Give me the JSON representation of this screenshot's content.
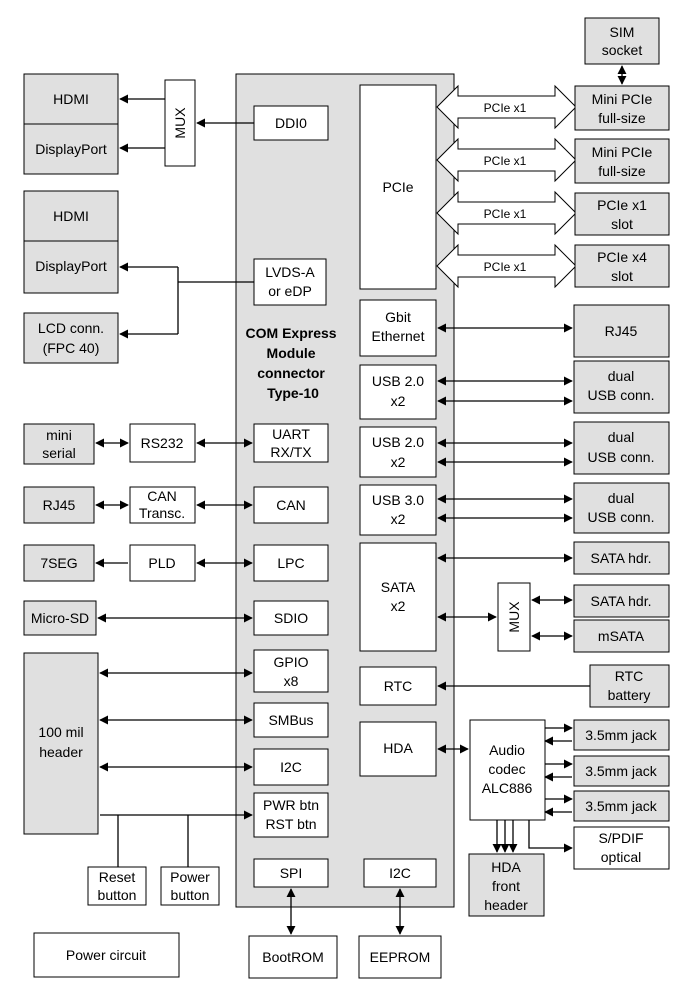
{
  "module": [
    "COM Express",
    "Module",
    "connector",
    "Type-10"
  ],
  "labels": {
    "sim": [
      "SIM",
      "socket"
    ],
    "hdmi1": "HDMI",
    "dp1": "DisplayPort",
    "hdmi2": "HDMI",
    "dp2": "DisplayPort",
    "lcd": [
      "LCD conn.",
      "(FPC 40)"
    ],
    "mux1": "MUX",
    "ddi0": "DDI0",
    "lvds": [
      "LVDS-A",
      "or eDP"
    ],
    "pcie": "PCIe",
    "pciex1": "PCIe x1",
    "minipcie1": [
      "Mini PCIe",
      "full-size"
    ],
    "minipcie2": [
      "Mini PCIe",
      "full-size"
    ],
    "pciex1slot": [
      "PCIe x1",
      "slot"
    ],
    "pciex4slot": [
      "PCIe x4",
      "slot"
    ],
    "gbit": [
      "Gbit",
      "Ethernet"
    ],
    "rj45_right": "RJ45",
    "usb20a": [
      "USB 2.0",
      "x2"
    ],
    "usb20b": [
      "USB 2.0",
      "x2"
    ],
    "usb30": [
      "USB 3.0",
      "x2"
    ],
    "dualusb1": [
      "dual",
      "USB conn."
    ],
    "dualusb2": [
      "dual",
      "USB conn."
    ],
    "dualusb3": [
      "dual",
      "USB conn."
    ],
    "miniserial": [
      "mini",
      "serial"
    ],
    "rs232": "RS232",
    "uart": [
      "UART",
      "RX/TX"
    ],
    "rj45_left": "RJ45",
    "cantransc": [
      "CAN",
      "Transc."
    ],
    "can": "CAN",
    "seg7": "7SEG",
    "pld": "PLD",
    "lpc": "LPC",
    "microsd": "Micro-SD",
    "sdio": "SDIO",
    "sata": [
      "SATA",
      "x2"
    ],
    "satahdr1": "SATA hdr.",
    "satahdr2": "SATA hdr.",
    "msata": "mSATA",
    "mux2": "MUX",
    "header100": [
      "100 mil",
      "header"
    ],
    "gpio": [
      "GPIO",
      "x8"
    ],
    "smbus": "SMBus",
    "i2c_left": "I2C",
    "pwrrst": [
      "PWR btn",
      "RST btn"
    ],
    "rtc": "RTC",
    "rtcbattery": [
      "RTC",
      "battery"
    ],
    "hda": "HDA",
    "audio": [
      "Audio",
      "codec",
      "ALC886"
    ],
    "jack1": "3.5mm jack",
    "jack2": "3.5mm jack",
    "jack3": "3.5mm jack",
    "spdif": [
      "S/PDIF",
      "optical"
    ],
    "hdafront": [
      "HDA",
      "front",
      "header"
    ],
    "reset": [
      "Reset",
      "button"
    ],
    "power": [
      "Power",
      "button"
    ],
    "spi": "SPI",
    "i2c_bottom": "I2C",
    "powercircuit": "Power circuit",
    "bootrom": "BootROM",
    "eeprom": "EEPROM"
  }
}
